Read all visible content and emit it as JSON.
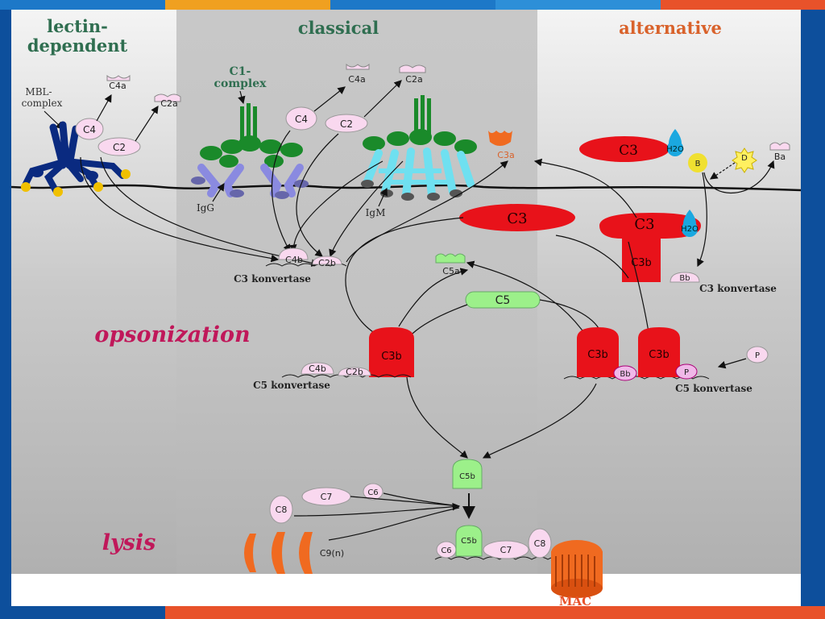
{
  "headers": {
    "lectin": [
      "lectin-",
      "dependent"
    ],
    "classical": "classical",
    "alternative": "alternative"
  },
  "labels": {
    "mbl_complex": [
      "MBL-",
      "complex"
    ],
    "c1_complex": [
      "C1-",
      "complex"
    ],
    "igg": "IgG",
    "igm": "IgM",
    "c3_konvertase": "C3 konvertase",
    "c5_konvertase": "C5 konvertase",
    "mac": "MAC",
    "c9n": "C9(n)"
  },
  "molecules": {
    "c4": "C4",
    "c2": "C2",
    "c4a": "C4a",
    "c2a": "C2a",
    "c3": "C3",
    "c3a": "C3a",
    "c3b": "C3b",
    "c4b": "C4b",
    "c2b": "C2b",
    "c5": "C5",
    "c5a": "C5a",
    "c5b": "C5b",
    "c6": "C6",
    "c7": "C7",
    "c8": "C8",
    "h2o": "H2O",
    "b": "B",
    "d": "D",
    "ba": "Ba",
    "bb": "Bb",
    "p": "P"
  },
  "sections": {
    "opsonization": "opsonization",
    "lysis": "lysis"
  },
  "colors": {
    "frame_blue": "#0d4f9c",
    "accent_orange": "#e8522a",
    "header_green": "#2f6e50",
    "header_orange": "#d9622b",
    "magenta": "#c0185a",
    "c3_red": "#e8121a",
    "pink_fill": "#f9d8ef",
    "mbl_blue": "#0a2a80",
    "c1_green": "#1a8a2a",
    "igg_lilac": "#8a8ae0",
    "igm_cyan": "#6fe0f0",
    "c5_green": "#9cf08a",
    "mac_orange": "#f06a20"
  }
}
